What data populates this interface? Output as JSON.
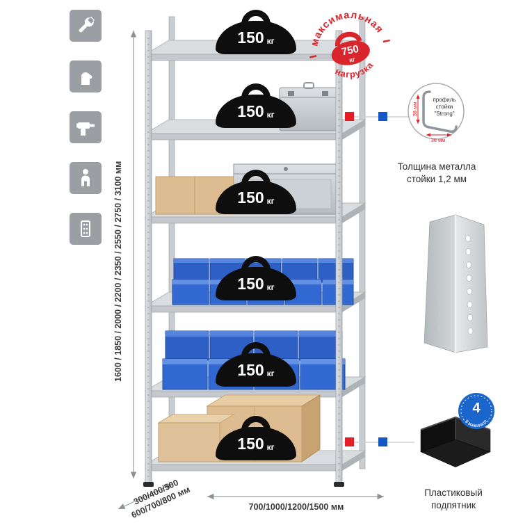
{
  "rack": {
    "shelf_count": 6,
    "load_value": "150",
    "load_unit": "кг"
  },
  "stamp": {
    "arc_top": "максимальная",
    "arc_bottom": "нагрузка",
    "value": "750",
    "unit": "кг"
  },
  "profile": {
    "line1": "профиль",
    "line2": "стойки",
    "line3": "\"Strong\"",
    "dim_vertical": "38 мм",
    "dim_horizontal": "38 мм.",
    "caption1": "Толщина металла",
    "caption2": "стойки 1,2 мм"
  },
  "foot": {
    "badge_value": "4",
    "badge_text": "в комплекте",
    "caption1": "Пластиковый",
    "caption2": "подпятник"
  },
  "dims": {
    "height": "1600 / 1850 / 2000 / 2200 / 2350 / 2550 / 2750 / 3100 мм",
    "depth1": "300/400/500",
    "depth2": "600/700/800 мм",
    "width": "700/1000/1200/1500 мм"
  },
  "icons": {
    "items": [
      {
        "name": "wrench-icon"
      },
      {
        "name": "gloves-icon"
      },
      {
        "name": "drill-icon"
      },
      {
        "name": "person-height-icon"
      },
      {
        "name": "perforated-post-icon"
      }
    ]
  },
  "colors": {
    "accent_red": "#e31e24",
    "accent_blue": "#1458c8",
    "stamp_red": "#d8262c",
    "bin_blue": "#2f63c9",
    "metal_grey": "#c9cdd0"
  }
}
